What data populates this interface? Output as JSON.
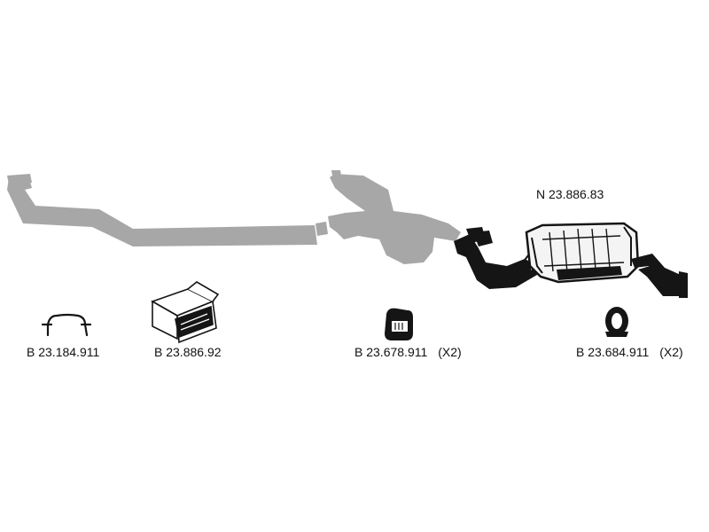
{
  "colors": {
    "ghost_part": "#a7a7a7",
    "ink": "#111111",
    "background": "#ffffff"
  },
  "parts": {
    "main_muffler": {
      "code": "N 23.886.83"
    },
    "clamp": {
      "code": "B 23.184.911"
    },
    "mounting_kit": {
      "code": "B 23.886.92"
    },
    "rubber_mount_square": {
      "code": "B 23.678.911",
      "qty": "(X2)"
    },
    "rubber_mount_round": {
      "code": "B 23.684.911",
      "qty": "(X2)"
    }
  }
}
